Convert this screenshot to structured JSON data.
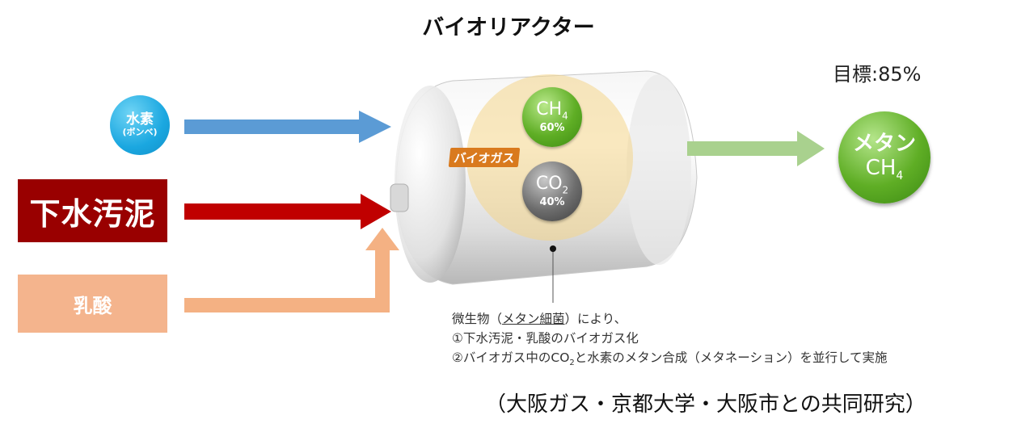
{
  "title": "バイオリアクター",
  "target": "目標:85%",
  "inputs": {
    "hydrogen": {
      "main": "水素",
      "sub": "(ボンベ)"
    },
    "sludge": "下水汚泥",
    "lactic_acid": "乳酸"
  },
  "reactor": {
    "badge": "バイオガス",
    "ch4": {
      "formula": "CH",
      "subscript": "4",
      "percent": "60%"
    },
    "co2": {
      "formula": "CO",
      "subscript": "2",
      "percent": "40%"
    }
  },
  "output": {
    "name": "メタン",
    "formula": "CH",
    "subscript": "4"
  },
  "description": {
    "line1_prefix": "微生物（",
    "line1_underlined": "メタン細菌",
    "line1_suffix": "）により、",
    "line2": "①下水汚泥・乳酸のバイオガス化",
    "line3_prefix": "②バイオガス中のCO",
    "line3_subscript": "2",
    "line3_suffix": "と水素のメタン合成（メタネーション）を並行して実施"
  },
  "footer": "（大阪ガス・京都大学・大阪市との共同研究）",
  "colors": {
    "hydrogen_arrow": "#5b9bd5",
    "sludge_arrow": "#c00000",
    "lactic_arrow": "#f4b183",
    "output_arrow": "#a9d18e",
    "biogas_zone": "#f7e0a0"
  }
}
